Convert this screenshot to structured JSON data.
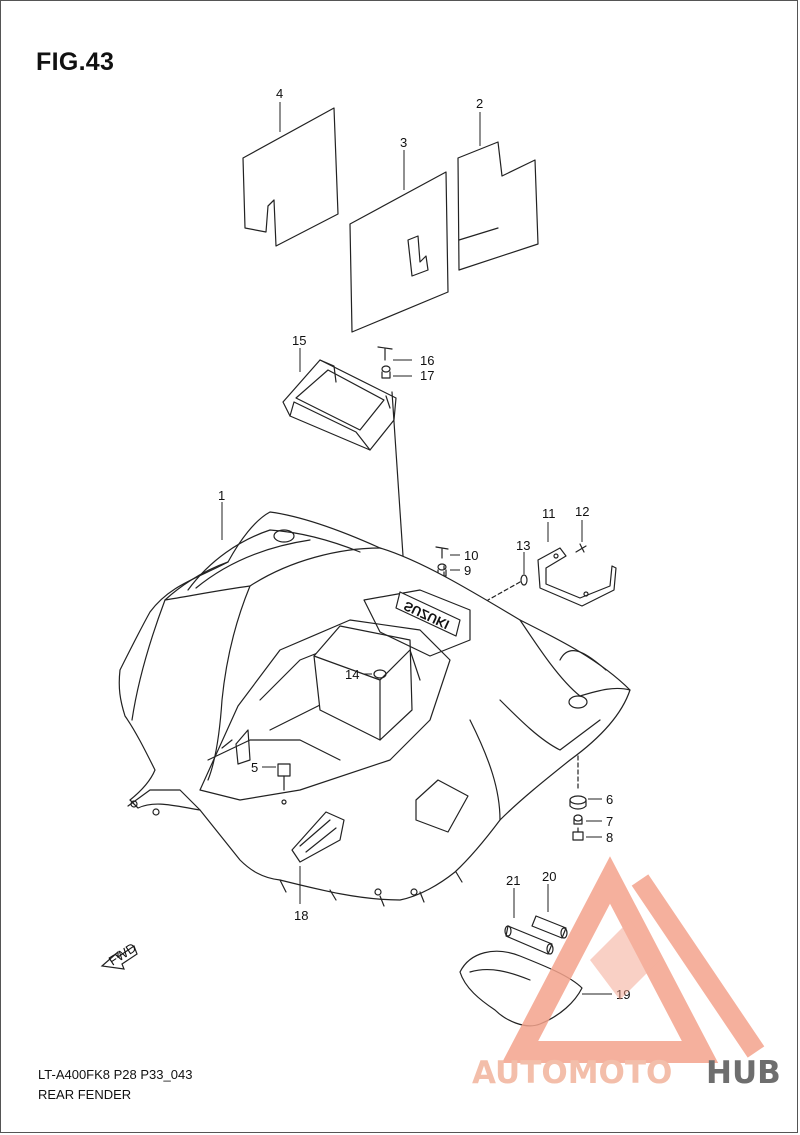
{
  "figure": {
    "title": "FIG.43",
    "code": "LT-A400FK8 P28 P33_043",
    "name": "REAR FENDER"
  },
  "callouts": {
    "c1": "1",
    "c2": "2",
    "c3": "3",
    "c4": "4",
    "c5": "5",
    "c6": "6",
    "c7": "7",
    "c8": "8",
    "c9": "9",
    "c10": "10",
    "c11": "11",
    "c12": "12",
    "c13": "13",
    "c14": "14",
    "c15": "15",
    "c16": "16",
    "c17": "17",
    "c18": "18",
    "c19": "19",
    "c20": "20",
    "c21": "21"
  },
  "fender_logo_text": "SUZUKI",
  "fwd_label": "FWD",
  "watermark": {
    "part1": "AUTOMOTO",
    "part2": "HUB",
    "color_accent": "#f4a38c",
    "color_text": "#f2b39c",
    "color_dark": "#555555"
  }
}
